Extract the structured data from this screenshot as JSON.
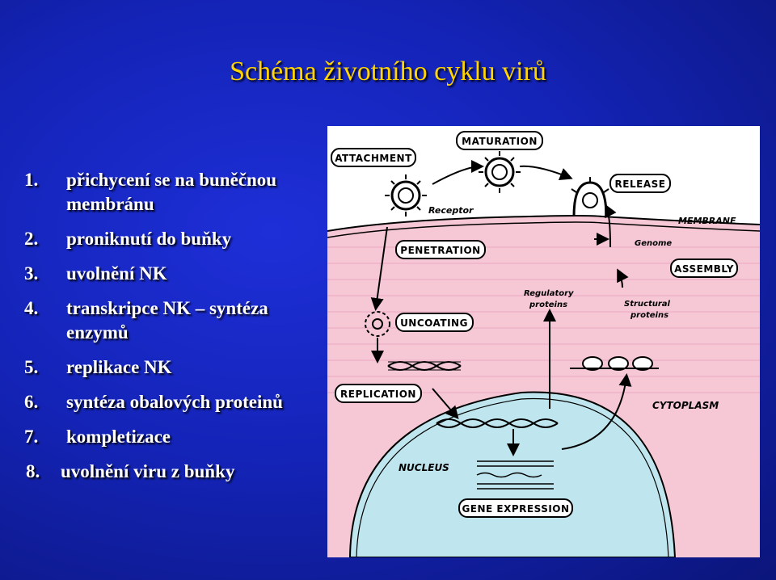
{
  "title": "Schéma životního cyklu virů",
  "steps": [
    {
      "num": "1.",
      "text": "přichycení se na buněčnou",
      "cont": "membránu"
    },
    {
      "num": "2.",
      "text": "proniknutí do buňky"
    },
    {
      "num": "3.",
      "text": "uvolnění NK"
    },
    {
      "num": "4.",
      "text": "transkripce NK – syntéza",
      "cont": "enzymů"
    },
    {
      "num": "5.",
      "text": "replikace NK"
    },
    {
      "num": "6.",
      "text": "syntéza obalových proteinů"
    },
    {
      "num": "7.",
      "text": "kompletizace"
    },
    {
      "num": "8.",
      "text": "uvolnění  viru z buňky"
    }
  ],
  "diagram": {
    "boxes": {
      "attachment": "ATTACHMENT",
      "maturation": "MATURATION",
      "release": "RELEASE",
      "penetration": "PENETRATION",
      "assembly": "ASSEMBLY",
      "uncoating": "UNCOATING",
      "replication": "REPLICATION",
      "gene_expression": "GENE EXPRESSION"
    },
    "labels": {
      "receptor": "Receptor",
      "membrane": "MEMBRANE",
      "genome": "Genome",
      "regulatory": "Regulatory",
      "regulatory2": "proteins",
      "structural": "Structural",
      "structural2": "proteins",
      "cytoplasm": "CYTOPLASM",
      "nucleus": "NUCLEUS"
    },
    "colors": {
      "cytoplasm": "#f6c8d6",
      "nucleus": "#bfe6ee",
      "outline": "#000000"
    }
  }
}
